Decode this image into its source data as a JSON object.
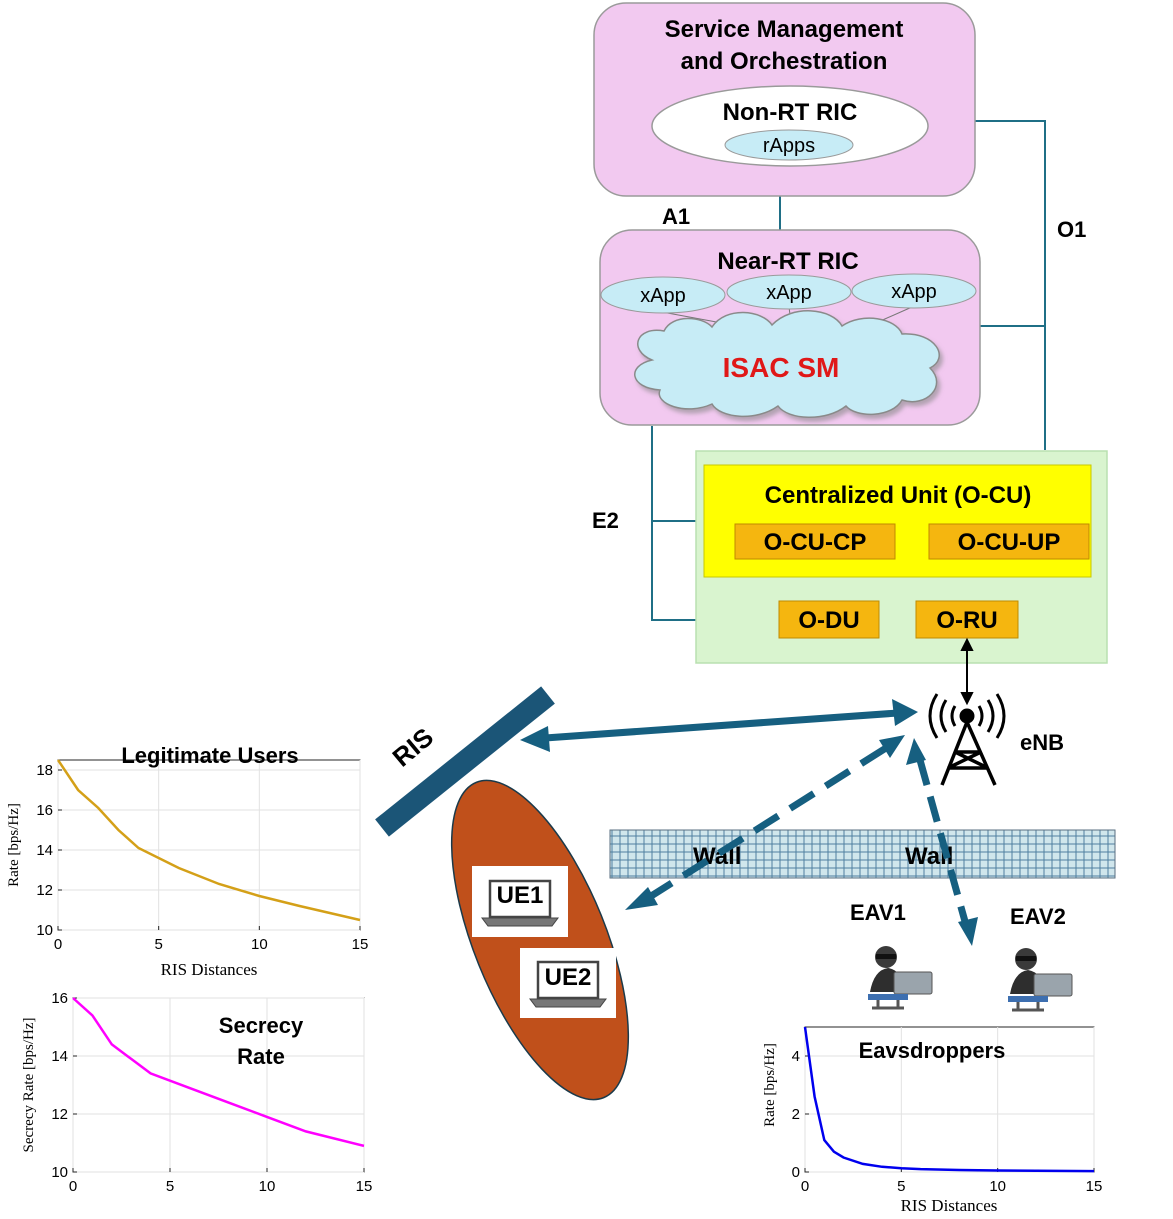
{
  "colors": {
    "pink_box": "#f2c9f0",
    "light_blue": "#c7ecf6",
    "green_panel": "#d9f4cf",
    "yellow": "#ffff00",
    "orange_chip": "#f5b60f",
    "link_line": "#1f6f86",
    "arrow_blue": "#165f80",
    "ris_bar": "#1b5577",
    "ellipse": "#c0501b",
    "isac_red": "#e01818",
    "wall_fill": "#d0e6ec",
    "chart_gold": "#d4a018",
    "chart_magenta": "#ff00ff",
    "chart_blue": "#0000ee"
  },
  "smo": {
    "title_line1": "Service Management",
    "title_line2": "and Orchestration",
    "non_rt_ric": "Non-RT RIC",
    "rapps": "rApps"
  },
  "interfaces": {
    "a1": "A1",
    "o1": "O1",
    "e2": "E2"
  },
  "near_rt": {
    "title": "Near-RT RIC",
    "xapps": [
      "xApp",
      "xApp",
      "xApp"
    ],
    "isac_sm": "ISAC SM"
  },
  "ocu": {
    "title": "Centralized Unit (O-CU)",
    "cp": "O-CU-CP",
    "up": "O-CU-UP"
  },
  "odu": "O-DU",
  "oru": "O-RU",
  "enb": {
    "label": "eNB",
    "icon": "antenna-tower-icon"
  },
  "ris": "RIS",
  "walls": [
    "Wall",
    "Wall"
  ],
  "ues": [
    "UE1",
    "UE2"
  ],
  "eavs": [
    "EAV1",
    "EAV2"
  ],
  "chart_data": [
    {
      "type": "line",
      "title": "Legitimate Users",
      "xlabel": "RIS Distances",
      "ylabel": "Rate [bps/Hz]",
      "xlim": [
        0,
        15
      ],
      "ylim": [
        10,
        18.5
      ],
      "xticks": [
        0,
        5,
        10,
        15
      ],
      "yticks": [
        10,
        12,
        14,
        16,
        18
      ],
      "grid": true,
      "series": [
        {
          "color": "#d4a018",
          "x": [
            0,
            1,
            2,
            3,
            4,
            6,
            8,
            10,
            12,
            15
          ],
          "y": [
            18.5,
            17.0,
            16.1,
            15.0,
            14.1,
            13.1,
            12.3,
            11.7,
            11.2,
            10.5
          ]
        }
      ]
    },
    {
      "type": "line",
      "title": "Secrecy Rate",
      "title_lines": [
        "Secrecy",
        "Rate"
      ],
      "xlabel": "",
      "ylabel": "Secrecy Rate [bps/Hz]",
      "xlim": [
        0,
        15
      ],
      "ylim": [
        10,
        16
      ],
      "xticks": [
        0,
        5,
        10,
        15
      ],
      "yticks": [
        10,
        12,
        14,
        16
      ],
      "grid": true,
      "series": [
        {
          "color": "#ff00ff",
          "x": [
            0,
            1,
            2,
            3,
            4,
            6,
            8,
            10,
            12,
            15
          ],
          "y": [
            16.0,
            15.4,
            14.4,
            13.9,
            13.4,
            12.9,
            12.4,
            11.9,
            11.4,
            10.9
          ]
        }
      ]
    },
    {
      "type": "line",
      "title": "Eavsdroppers",
      "xlabel": "RIS Distances",
      "ylabel": "Rate [bps/Hz]",
      "xlim": [
        0,
        15
      ],
      "ylim": [
        0,
        5
      ],
      "xticks": [
        0,
        5,
        10,
        15
      ],
      "yticks": [
        0,
        2,
        4
      ],
      "grid": true,
      "series": [
        {
          "color": "#0000ee",
          "x": [
            0,
            0.5,
            1,
            1.5,
            2,
            3,
            4,
            5,
            6,
            8,
            10,
            12,
            15
          ],
          "y": [
            5.0,
            2.6,
            1.1,
            0.7,
            0.5,
            0.28,
            0.18,
            0.13,
            0.1,
            0.07,
            0.05,
            0.04,
            0.03
          ]
        }
      ]
    }
  ]
}
